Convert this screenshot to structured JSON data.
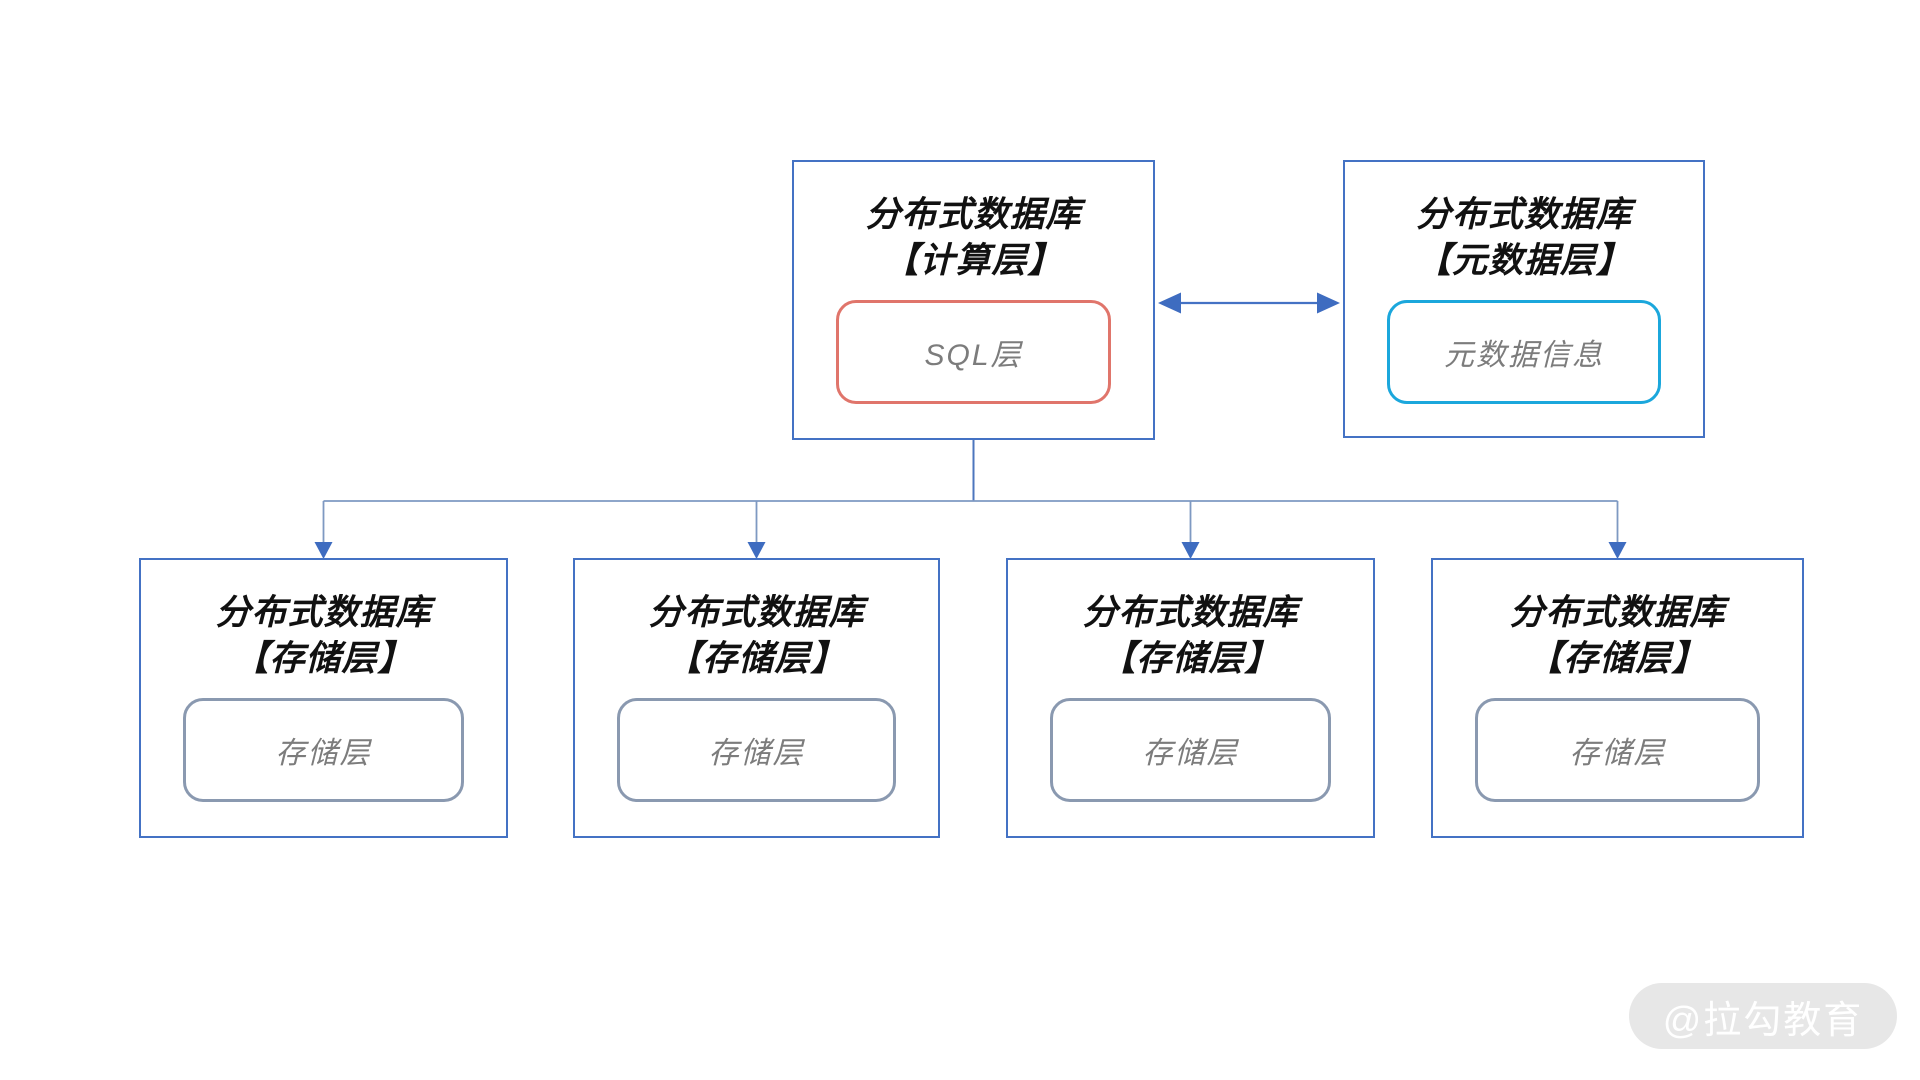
{
  "colors": {
    "box_border": "#4472C4",
    "connector_stem": "#4C76BE",
    "branch_line": "#7E99C2",
    "arrowhead": "#3E6CC0",
    "double_arrow": "#4472C4",
    "sql_pill_border": "#E0756B",
    "metadata_pill_border": "#1BA7DC",
    "storage_pill_border": "#8A99B0",
    "title_text": "#111111",
    "pill_text": "#7C7C7C",
    "watermark_bg": "#E7E7E7",
    "watermark_text": "#FFFFFF"
  },
  "boxes": {
    "compute": {
      "title_line1": "分布式数据库",
      "title_line2": "【计算层】",
      "inner_label": "SQL层"
    },
    "metadata": {
      "title_line1": "分布式数据库",
      "title_line2": "【元数据层】",
      "inner_label": "元数据信息"
    },
    "storage": [
      {
        "title_line1": "分布式数据库",
        "title_line2": "【存储层】",
        "inner_label": "存储层"
      },
      {
        "title_line1": "分布式数据库",
        "title_line2": "【存储层】",
        "inner_label": "存储层"
      },
      {
        "title_line1": "分布式数据库",
        "title_line2": "【存储层】",
        "inner_label": "存储层"
      },
      {
        "title_line1": "分布式数据库",
        "title_line2": "【存储层】",
        "inner_label": "存储层"
      }
    ]
  },
  "watermark": {
    "label": "@拉勾教育"
  }
}
